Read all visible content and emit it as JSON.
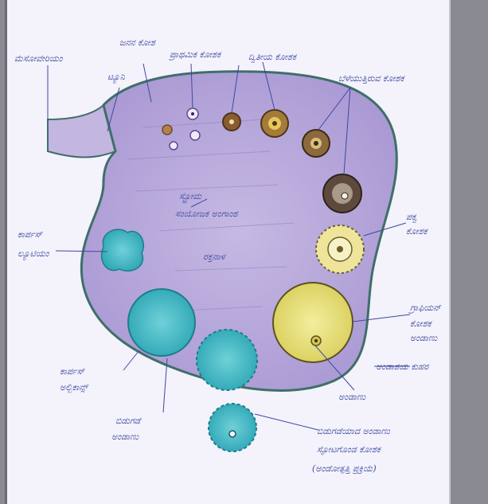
{
  "figure": {
    "kind": "hand-drawn labeled diagram of an ovary section",
    "colors": {
      "paper": "#f4f2fb",
      "ink": "#3d4aa0",
      "stroma": "#b7a9d8",
      "wall": "#3f6f6a",
      "blue_body": "#3fb8c4",
      "yellow_follicle": "#e9e07a",
      "brown_follicle": "#6b4a2a"
    },
    "labels": {
      "top_left_stalk": "ಮೆಸೋವೇರಿಯಂ",
      "germinal_epithelium_top": "ಜನನ ಕೋಶ",
      "tunica": "ಟ್ಯೂನಿ",
      "primary_follicle": "ಪ್ರಾಥಮಿಕ ಕೋಶಕ",
      "secondary_follicle": "ದ್ವಿತೀಯ ಕೋಶಕ",
      "growing_follicles": "ಬೆಳೆಯುತ್ತಿರುವ ಕೋಶಕ",
      "stroma_center": "ಸ್ಟ್ರೋಮ",
      "stroma_center_2": "ಸಂಯೋಜಕ ಅಂಗಾಂಶ",
      "blood_vessel_center": "ರಕ್ತನಾಳ",
      "left_body_1": "ಕಾರ್ಪಸ್",
      "left_body_2": "ಲ್ಯೂಟಿಯಂ",
      "right_mature_1": "ಪಕ್ವ",
      "right_mature_2": "ಕೋಶಕ",
      "right_graafian_1": "ಗ್ರಾಫಿಯನ್",
      "right_graafian_2": "ಕೋಶಕ",
      "right_graafian_3": "ಅಂಡಾಣು",
      "right_bottom": "ಅಂಡಾಶಯ ಕುಹರ",
      "center_bottom": "ಅಂಡಾಣು",
      "bottom_left_1": "ಕಾರ್ಪಸ್",
      "bottom_left_2": "ಅಲ್ಬಿಕಾನ್ಸ್",
      "bottom_mid_1": "ಬಿಡುಗಡೆ",
      "bottom_mid_2": "ಅಂಡಾಣು",
      "bottom_right_1": "ಬಿಡುಗಡೆಯಾದ ಅಂಡಾಣು",
      "bottom_right_2": "ಸ್ಫೋಟಗೊಂಡ ಕೋಶಕ",
      "bottom_right_3": "(ಅಂಡೋತ್ಪತ್ತಿ ಪ್ರಕ್ರಿಯೆ)"
    }
  }
}
